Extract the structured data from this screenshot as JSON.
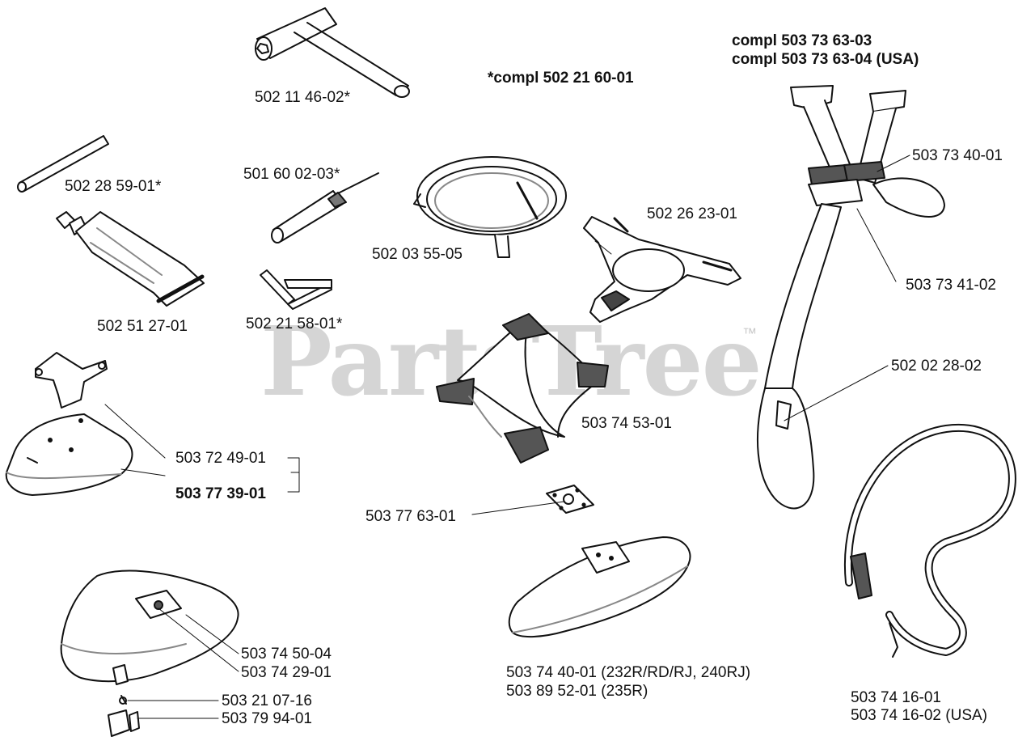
{
  "watermark": {
    "text": "PartsTree",
    "tm": "™"
  },
  "labels": {
    "tool_wrench": "502 11 46-02*",
    "compl_kit": "*compl 502 21 60-01",
    "harness_compl_1": "compl 503 73 63-03",
    "harness_compl_2": "compl 503 73 63-04 (USA)",
    "rod": "502 28 59-01*",
    "screwdriver": "501 60 02-03*",
    "buckle": "503 73 40-01",
    "ring_clamp": "502 03 55-05",
    "support_cup": "502 26 23-01",
    "grease_tube": "502 51 27-01",
    "hex_key": "502 21 58-01*",
    "harness_strap": "503 73 41-02",
    "bracket_shield": "503 72 49-01",
    "shield_assembly": "503 77 39-01",
    "hip_pad": "502 02 28-02",
    "blade_guard_frame": "503 74 53-01",
    "plate": "503 77 63-01",
    "trimmer_shield_a": "503 74 50-04",
    "trimmer_shield_b": "503 74 29-01",
    "screw": "503 21 07-16",
    "clamp": "503 79 94-01",
    "blade_guard_a": "503 74 40-01 (232R/RD/RJ, 240RJ)",
    "blade_guard_b": "503 89 52-01 (235R)",
    "shoulder_strap_a": "503 74 16-01",
    "shoulder_strap_b": "503 74 16-02 (USA)"
  }
}
